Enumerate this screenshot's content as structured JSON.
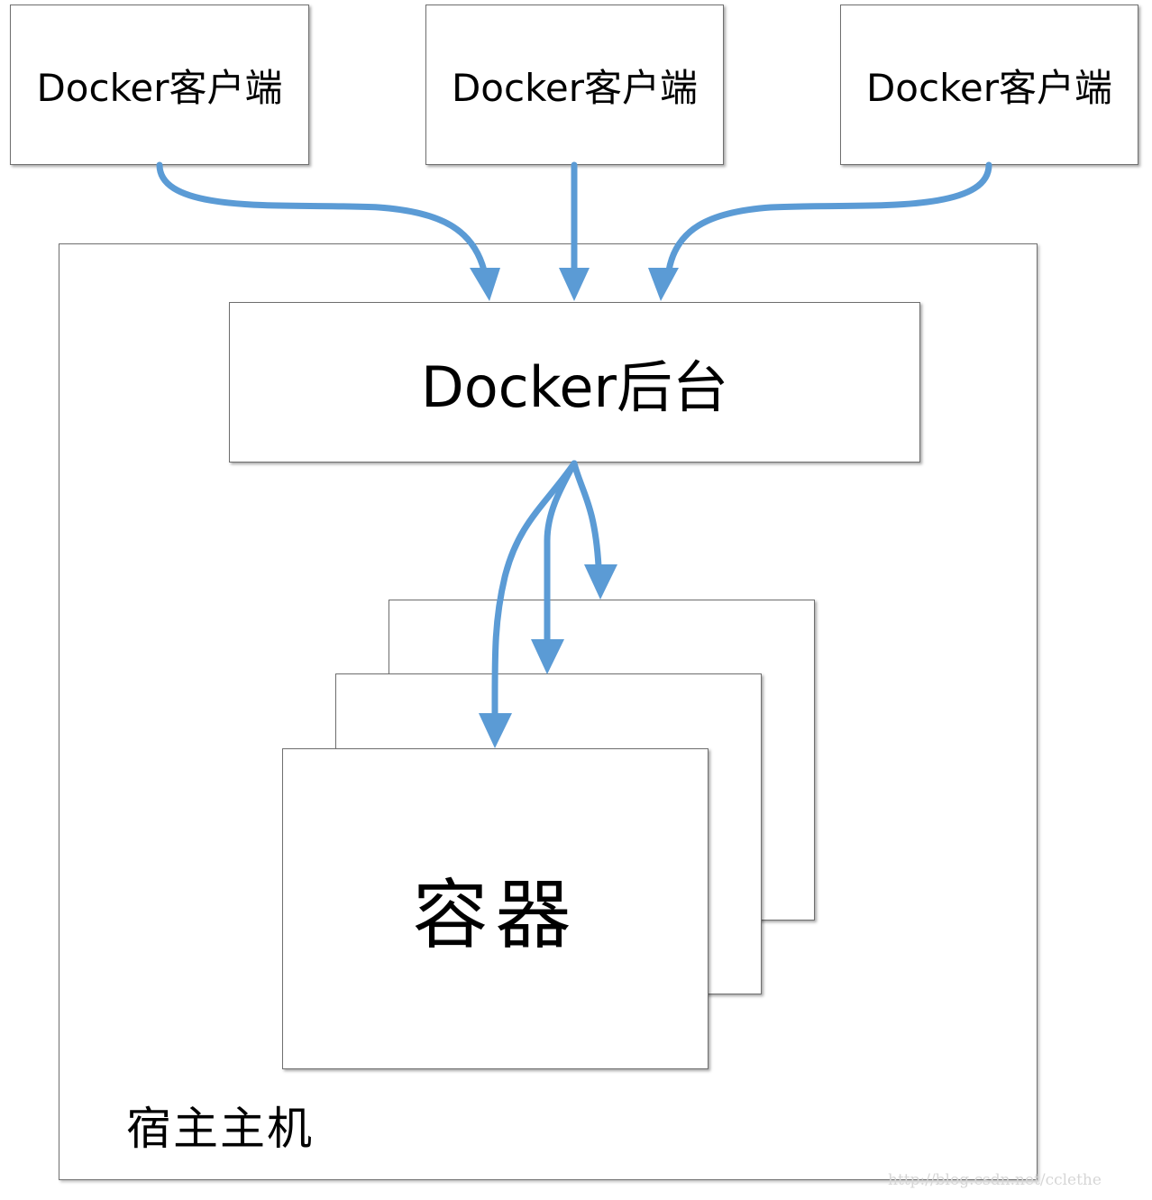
{
  "clients": [
    {
      "label": "Docker客户端"
    },
    {
      "label": "Docker客户端"
    },
    {
      "label": "Docker客户端"
    }
  ],
  "daemon": {
    "label": "Docker后台"
  },
  "container": {
    "label": "容器"
  },
  "host": {
    "label": "宿主主机"
  },
  "watermark": "http://blog.csdn.net/cclethe",
  "colors": {
    "arrow": "#5b9bd5",
    "box_border": "#6f6f6f",
    "background": "#ffffff"
  }
}
